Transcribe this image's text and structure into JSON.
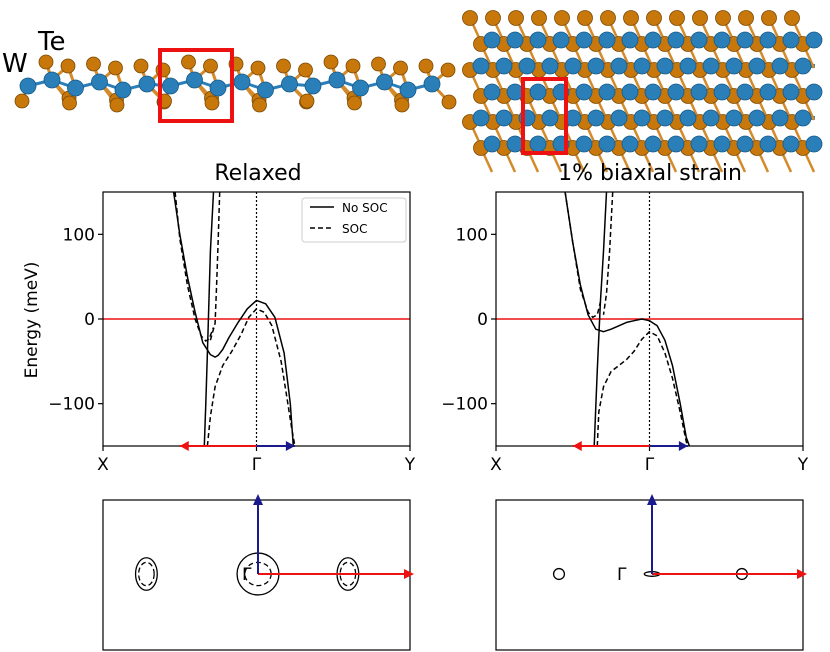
{
  "colors": {
    "tungsten": "#2b7fb8",
    "tellurium": "#c8770b",
    "bond": "#d48a2a",
    "highlight": "#ee1111",
    "fermi": "#ee1111",
    "arrow_red": "#ee1111",
    "arrow_blue": "#1a1a8c"
  },
  "structure": {
    "w_label": "W",
    "te_label": "Te"
  },
  "chart_data": [
    {
      "type": "line",
      "title": "Relaxed",
      "xlabel": "",
      "ylabel": "Energy (meV)",
      "xlim": [
        -1,
        1
      ],
      "ylim": [
        -150,
        150
      ],
      "x_ticks": [
        -1,
        0,
        1
      ],
      "x_tick_labels": [
        "X",
        "Γ",
        "Y"
      ],
      "y_ticks": [
        100,
        0,
        -100
      ],
      "y_tick_labels": [
        "100",
        "0",
        "−100"
      ],
      "fermi_level": 0,
      "legend": {
        "position": "top-right",
        "entries": [
          "No SOC",
          "SOC"
        ]
      },
      "series": [
        {
          "name": "No SOC",
          "style": "solid",
          "x": [
            -0.54,
            -0.5,
            -0.45,
            -0.4,
            -0.35,
            -0.3,
            -0.27,
            -0.25,
            -0.22,
            -0.18,
            -0.12,
            -0.06,
            0.0,
            0.06,
            0.12,
            0.18,
            0.22,
            0.24
          ],
          "y": [
            150,
            100,
            50,
            8,
            -28,
            -42,
            -45,
            -43,
            -36,
            -22,
            -4,
            12,
            22,
            18,
            2,
            -40,
            -100,
            -150
          ]
        },
        {
          "name": "No SOC",
          "style": "solid",
          "x": [
            -0.28,
            -0.3,
            -0.31,
            -0.32,
            -0.33,
            -0.34
          ],
          "y": [
            150,
            80,
            20,
            -40,
            -100,
            -150
          ]
        },
        {
          "name": "SOC",
          "style": "dashed",
          "x": [
            -0.53,
            -0.5,
            -0.45,
            -0.4,
            -0.36,
            -0.33,
            -0.31,
            -0.28
          ],
          "y": [
            150,
            95,
            40,
            0,
            -20,
            -26,
            -24,
            -10
          ]
        },
        {
          "name": "SOC",
          "style": "dashed",
          "x": [
            -0.24,
            -0.25,
            -0.26,
            -0.27,
            -0.3
          ],
          "y": [
            150,
            90,
            40,
            -5,
            -25
          ]
        },
        {
          "name": "SOC",
          "style": "dashed",
          "x": [
            -0.32,
            -0.3,
            -0.27,
            -0.22,
            -0.16,
            -0.1,
            -0.05,
            0.0,
            0.05,
            0.1,
            0.16,
            0.2,
            0.23,
            0.25
          ],
          "y": [
            -150,
            -115,
            -80,
            -55,
            -38,
            -18,
            2,
            12,
            8,
            -8,
            -50,
            -95,
            -130,
            -150
          ]
        }
      ],
      "k_arrows": [
        {
          "from": 0,
          "to": -0.5,
          "color": "red"
        },
        {
          "from": 0,
          "to": 0.25,
          "color": "blue"
        }
      ]
    },
    {
      "type": "line",
      "title": "1% biaxial strain",
      "xlabel": "",
      "ylabel": "",
      "xlim": [
        -1,
        1
      ],
      "ylim": [
        -150,
        150
      ],
      "x_ticks": [
        -1,
        0,
        1
      ],
      "x_tick_labels": [
        "X",
        "Γ",
        "Y"
      ],
      "y_ticks": [
        100,
        0,
        -100
      ],
      "y_tick_labels": [
        "100",
        "0",
        "−100"
      ],
      "fermi_level": 0,
      "series": [
        {
          "name": "No SOC",
          "style": "solid",
          "x": [
            -0.55,
            -0.5,
            -0.45,
            -0.4,
            -0.35,
            -0.3,
            -0.25,
            -0.2,
            -0.15,
            -0.1,
            -0.05,
            0.0,
            0.05,
            0.1,
            0.15,
            0.2,
            0.24,
            0.26
          ],
          "y": [
            150,
            90,
            40,
            5,
            -12,
            -15,
            -12,
            -8,
            -4,
            -2,
            0,
            -2,
            -8,
            -25,
            -55,
            -100,
            -140,
            -150
          ]
        },
        {
          "name": "No SOC",
          "style": "solid",
          "x": [
            -0.28,
            -0.3,
            -0.32,
            -0.34,
            -0.36
          ],
          "y": [
            150,
            80,
            20,
            -60,
            -150
          ]
        },
        {
          "name": "SOC",
          "style": "dashed",
          "x": [
            -0.55,
            -0.5,
            -0.45,
            -0.4,
            -0.37,
            -0.34,
            -0.32
          ],
          "y": [
            150,
            90,
            35,
            8,
            2,
            5,
            20
          ]
        },
        {
          "name": "SOC",
          "style": "dashed",
          "x": [
            -0.24,
            -0.26,
            -0.28,
            -0.3
          ],
          "y": [
            150,
            80,
            30,
            5
          ]
        },
        {
          "name": "SOC",
          "style": "dashed",
          "x": [
            -0.34,
            -0.33,
            -0.3,
            -0.25,
            -0.2,
            -0.15,
            -0.1,
            -0.05,
            0.0,
            0.05,
            0.1,
            0.15,
            0.2,
            0.24,
            0.25
          ],
          "y": [
            -150,
            -110,
            -80,
            -62,
            -55,
            -48,
            -38,
            -24,
            -15,
            -20,
            -40,
            -70,
            -110,
            -145,
            -150
          ]
        }
      ],
      "k_arrows": [
        {
          "from": 0,
          "to": -0.5,
          "color": "red"
        },
        {
          "from": 0,
          "to": 0.25,
          "color": "blue"
        }
      ]
    }
  ],
  "fermi_surfaces": [
    {
      "gamma_label": "Γ",
      "pockets": [
        {
          "cx": -0.72,
          "cy": 0,
          "rx": 0.14,
          "ry": 0.21,
          "style": "solid"
        },
        {
          "cx": -0.72,
          "cy": 0,
          "rx": 0.1,
          "ry": 0.15,
          "style": "dashed"
        },
        {
          "cx": 0.0,
          "cy": 0,
          "rx": 0.27,
          "ry": 0.27,
          "style": "solid"
        },
        {
          "cx": 0.0,
          "cy": 0,
          "rx": 0.17,
          "ry": 0.15,
          "style": "dashed"
        },
        {
          "cx": 0.58,
          "cy": 0,
          "rx": 0.14,
          "ry": 0.21,
          "style": "solid"
        },
        {
          "cx": 0.58,
          "cy": 0,
          "rx": 0.1,
          "ry": 0.15,
          "style": "dashed"
        }
      ]
    },
    {
      "gamma_label": "Γ",
      "pockets": [
        {
          "cx": -0.6,
          "cy": 0,
          "rx": 0.07,
          "ry": 0.07,
          "style": "solid"
        },
        {
          "cx": 0.0,
          "cy": 0,
          "rx": 0.1,
          "ry": 0.03,
          "style": "solid"
        },
        {
          "cx": 0.58,
          "cy": 0,
          "rx": 0.07,
          "ry": 0.07,
          "style": "solid"
        }
      ]
    }
  ]
}
